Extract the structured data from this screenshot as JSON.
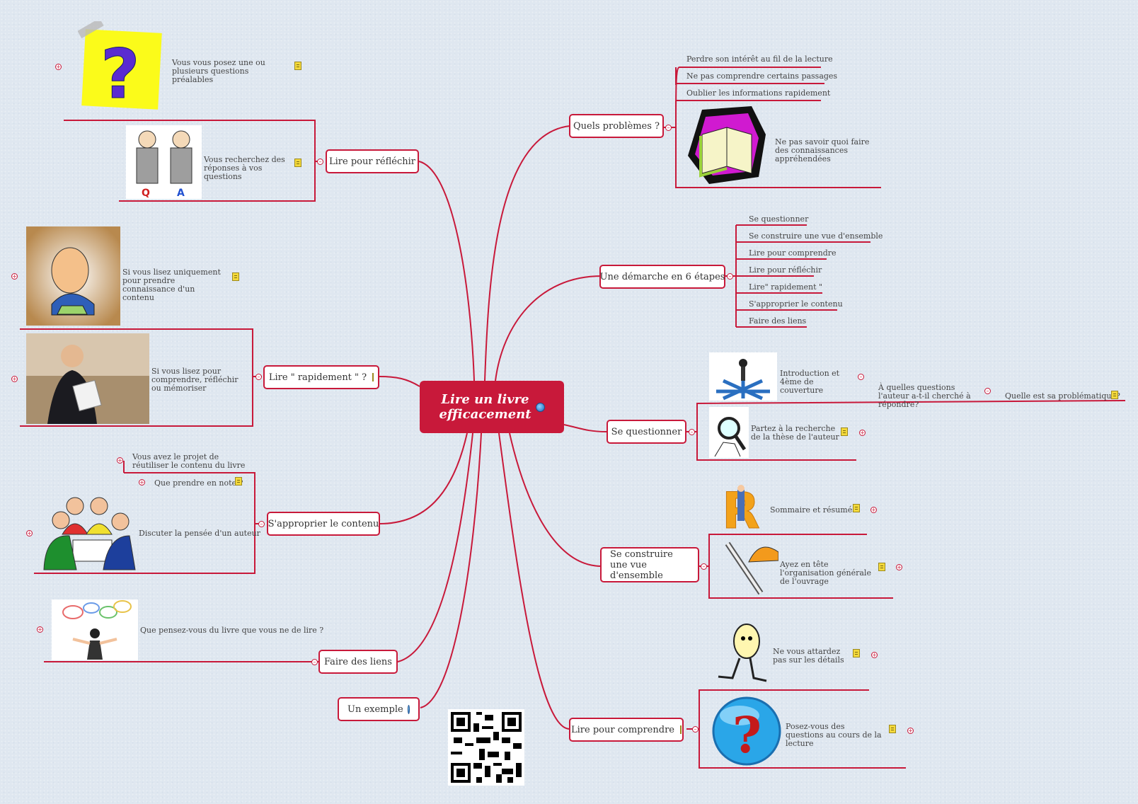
{
  "root": {
    "line1": "Lire un livre",
    "line2": "efficacement",
    "icon": "globe-icon"
  },
  "branches": {
    "problems": {
      "label": "Quels problèmes ?",
      "items": [
        "Perdre son intérêt au fil de la lecture",
        "Ne pas comprendre certains passages",
        "Oublier les informations rapidement"
      ],
      "image_note": "Ne pas savoir quoi faire des connaissances appréhendées"
    },
    "steps": {
      "label": "Une démarche en 6 étapes",
      "items": [
        "Se questionner",
        "Se construire une vue d'ensemble",
        "Lire pour comprendre",
        "Lire pour réfléchir",
        "Lire\" rapidement \"",
        "S'approprier le contenu",
        "Faire des liens"
      ]
    },
    "question": {
      "label": "Se questionner",
      "intro": "Introduction et 4ème de couverture",
      "q1": "À quelles questions l'auteur a-t-il cherché à répondre?",
      "q2": "Quelle est sa problématique?",
      "thesis": "Partez à la recherche de la thèse de l'auteur"
    },
    "overview": {
      "label": "Se construire une vue d'ensemble",
      "summary": "Sommaire et résumés",
      "org": "Ayez en tête l'organisation générale de l'ouvrage"
    },
    "understand": {
      "label": "Lire pour comprendre",
      "details": "Ne vous attardez pas sur les détails",
      "questions": "Posez-vous des questions au cours de la lecture"
    },
    "example": {
      "label": "Un exemple"
    },
    "links": {
      "label": "Faire des liens",
      "think": "Que pensez-vous du livre que vous ne de lire ?"
    },
    "appropriate": {
      "label": "S'approprier le contenu",
      "reuse": "Vous avez le projet de réutiliser le contenu du livre",
      "notes": "Que prendre en note ?",
      "discuss": "Discuter la pensée d'un auteur"
    },
    "fast": {
      "label": "Lire \" rapidement \" ?",
      "only": "Si vous lisez uniquement pour prendre connaissance d'un contenu",
      "reasons": "Si vous lisez pour comprendre, réfléchir ou mémoriser"
    },
    "reflect": {
      "label": "Lire pour réfléchir",
      "prior": "Vous vous posez une ou plusieurs questions préalables",
      "answers": "Vous recherchez des réponses à vos questions"
    }
  },
  "colors": {
    "accent": "#c8193a",
    "background": "#dfe7f0"
  }
}
